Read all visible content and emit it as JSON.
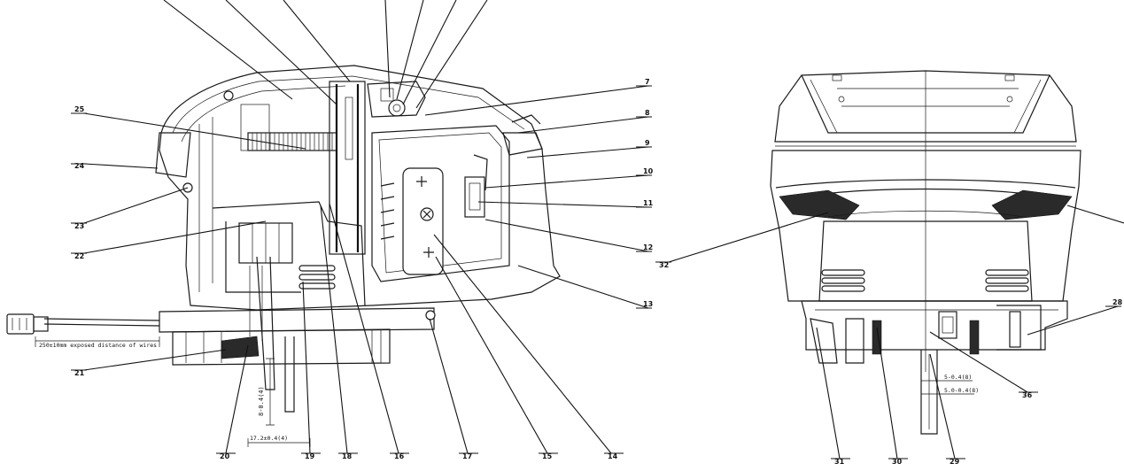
{
  "callouts_left": [
    {
      "id": "c7",
      "label": "7"
    },
    {
      "id": "c8",
      "label": "8"
    },
    {
      "id": "c9",
      "label": "9"
    },
    {
      "id": "c10",
      "label": "10"
    },
    {
      "id": "c11",
      "label": "11"
    },
    {
      "id": "c12",
      "label": "12"
    },
    {
      "id": "c13",
      "label": "13"
    },
    {
      "id": "c14",
      "label": "14"
    },
    {
      "id": "c15",
      "label": "15"
    },
    {
      "id": "c16",
      "label": "16"
    },
    {
      "id": "c17",
      "label": "17"
    },
    {
      "id": "c18",
      "label": "18"
    },
    {
      "id": "c19",
      "label": "19"
    },
    {
      "id": "c20",
      "label": "20"
    },
    {
      "id": "c21",
      "label": "21"
    },
    {
      "id": "c22",
      "label": "22"
    },
    {
      "id": "c23",
      "label": "23"
    },
    {
      "id": "c24",
      "label": "24"
    },
    {
      "id": "c25",
      "label": "25"
    }
  ],
  "callouts_right": [
    {
      "id": "c28",
      "label": "28"
    },
    {
      "id": "c29",
      "label": "29"
    },
    {
      "id": "c30",
      "label": "30"
    },
    {
      "id": "c31",
      "label": "31"
    },
    {
      "id": "c32",
      "label": "32"
    },
    {
      "id": "c36",
      "label": "36"
    }
  ],
  "dimensions": {
    "wire_length": "250±10mm exposed distance of wires",
    "vertical_dim": "8-0.4(4)",
    "horizontal_dim": "17.2±0.4(4)",
    "right_dim_top": "5-0.4(8)",
    "right_dim_bottom": "5.0-0.4(8)"
  }
}
